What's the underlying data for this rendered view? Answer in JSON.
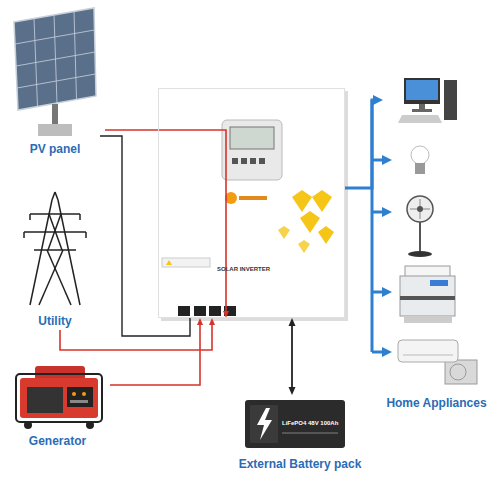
{
  "diagram": {
    "nodes": [
      {
        "text": [
          "PV panel"
        ]
      },
      {
        "text": [
          "Utility"
        ]
      },
      {
        "text": [
          "Generator"
        ]
      },
      {
        "text": [
          "SOLAR INVERTER"
        ]
      },
      {
        "text": [
          "External Battery pack"
        ]
      },
      {
        "text": [
          "Home Appliances"
        ]
      }
    ],
    "edges": [
      {
        "from": 0,
        "to": 3,
        "arrow": "to"
      },
      {
        "from": 1,
        "to": 3,
        "arrow": "to"
      },
      {
        "from": 2,
        "to": 3,
        "arrow": "to"
      },
      {
        "from": 3,
        "to": 4,
        "arrow": "both"
      },
      {
        "from": 3,
        "to": 5,
        "arrow": "to"
      }
    ],
    "labels": [
      "LiFePO4 48V 100Ah"
    ]
  }
}
